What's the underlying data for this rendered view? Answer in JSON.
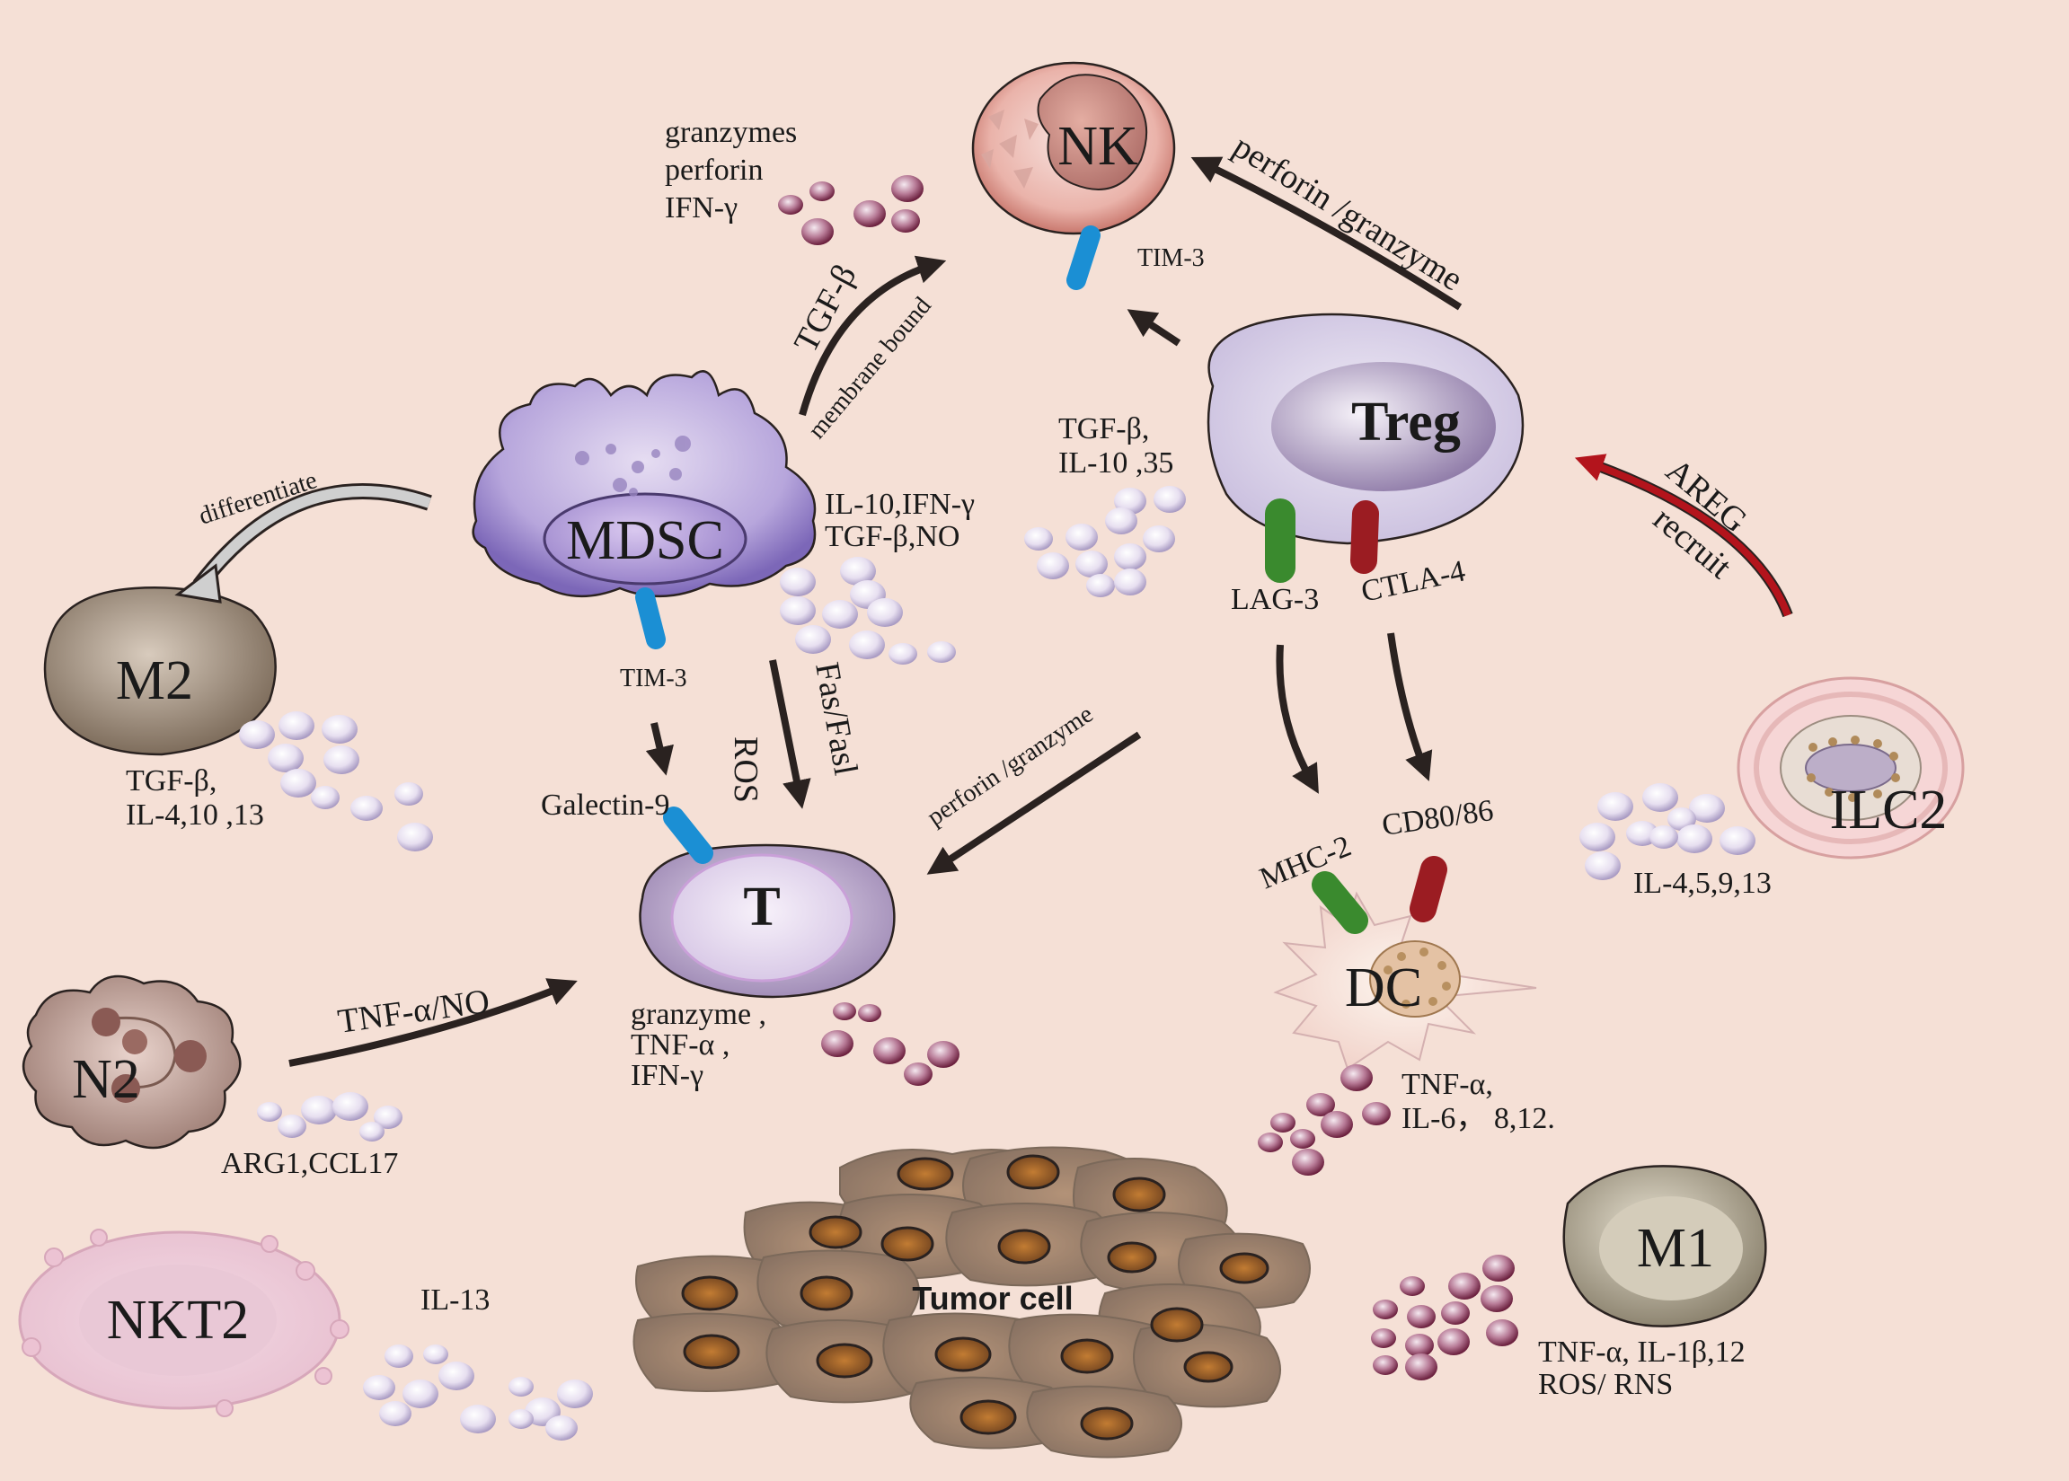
{
  "colors": {
    "background": "#f5e0d6",
    "arrow": "#2a2220",
    "areg_arrow": "#b3141c",
    "differentiate_arrow": "#cfcfcf",
    "tim3_receptor": "#1b8fd4",
    "lag3_receptor": "#3a8a2e",
    "ctla4_receptor": "#9b1c22",
    "vesicle_light": "#e7dff0",
    "vesicle_dark": "#8a2a52"
  },
  "cells": {
    "nk": "NK",
    "mdsc": "MDSC",
    "treg": "Treg",
    "m2": "M2",
    "t": "T",
    "dc": "DC",
    "ilc2": "ILC2",
    "n2": "N2",
    "nkt2": "NKT2",
    "m1": "M1",
    "tumor": "Tumor cell"
  },
  "labels": {
    "nk_secretion_1": "granzymes",
    "nk_secretion_2": "perforin",
    "nk_secretion_3": "IFN-γ",
    "nk_receptor": "TIM-3",
    "tgf_beta": "TGF-β",
    "membrane_bound": "membrane bound",
    "treg_to_nk": "perforin /granzyme",
    "mdsc_secretion_1": "IL-10,IFN-γ",
    "mdsc_secretion_2": "TGF-β,NO",
    "treg_secretion_1": "TGF-β,",
    "treg_secretion_2": "IL-10 ,35",
    "differentiate": "differentiate",
    "areg": "AREG",
    "recruit": "recruit",
    "lag3": "LAG-3",
    "ctla4": "CTLA-4",
    "mdsc_receptor": "TIM-3",
    "ros": "ROS",
    "fas": "Fas/Fasl",
    "galectin": "Galectin-9",
    "to_t": "perforin /granzyme",
    "m2_secretion_1": "TGF-β,",
    "m2_secretion_2": "IL-4,10 ,13",
    "mhc2": "MHC-2",
    "cd80": "CD80/86",
    "ilc2_secretion": "IL-4,5,9,13",
    "tnf_no": "TNF-α/NO",
    "t_secretion_1": "granzyme ,",
    "t_secretion_2": "TNF-α ,",
    "t_secretion_3": "IFN-γ",
    "n2_secretion": "ARG1,CCL17",
    "dc_secretion_1": "TNF-α,",
    "dc_secretion_2": "IL-6， 8,12.",
    "nkt2_secretion": "IL-13",
    "m1_secretion_1": "TNF-α, IL-1β,12",
    "m1_secretion_2": "ROS/ RNS"
  }
}
